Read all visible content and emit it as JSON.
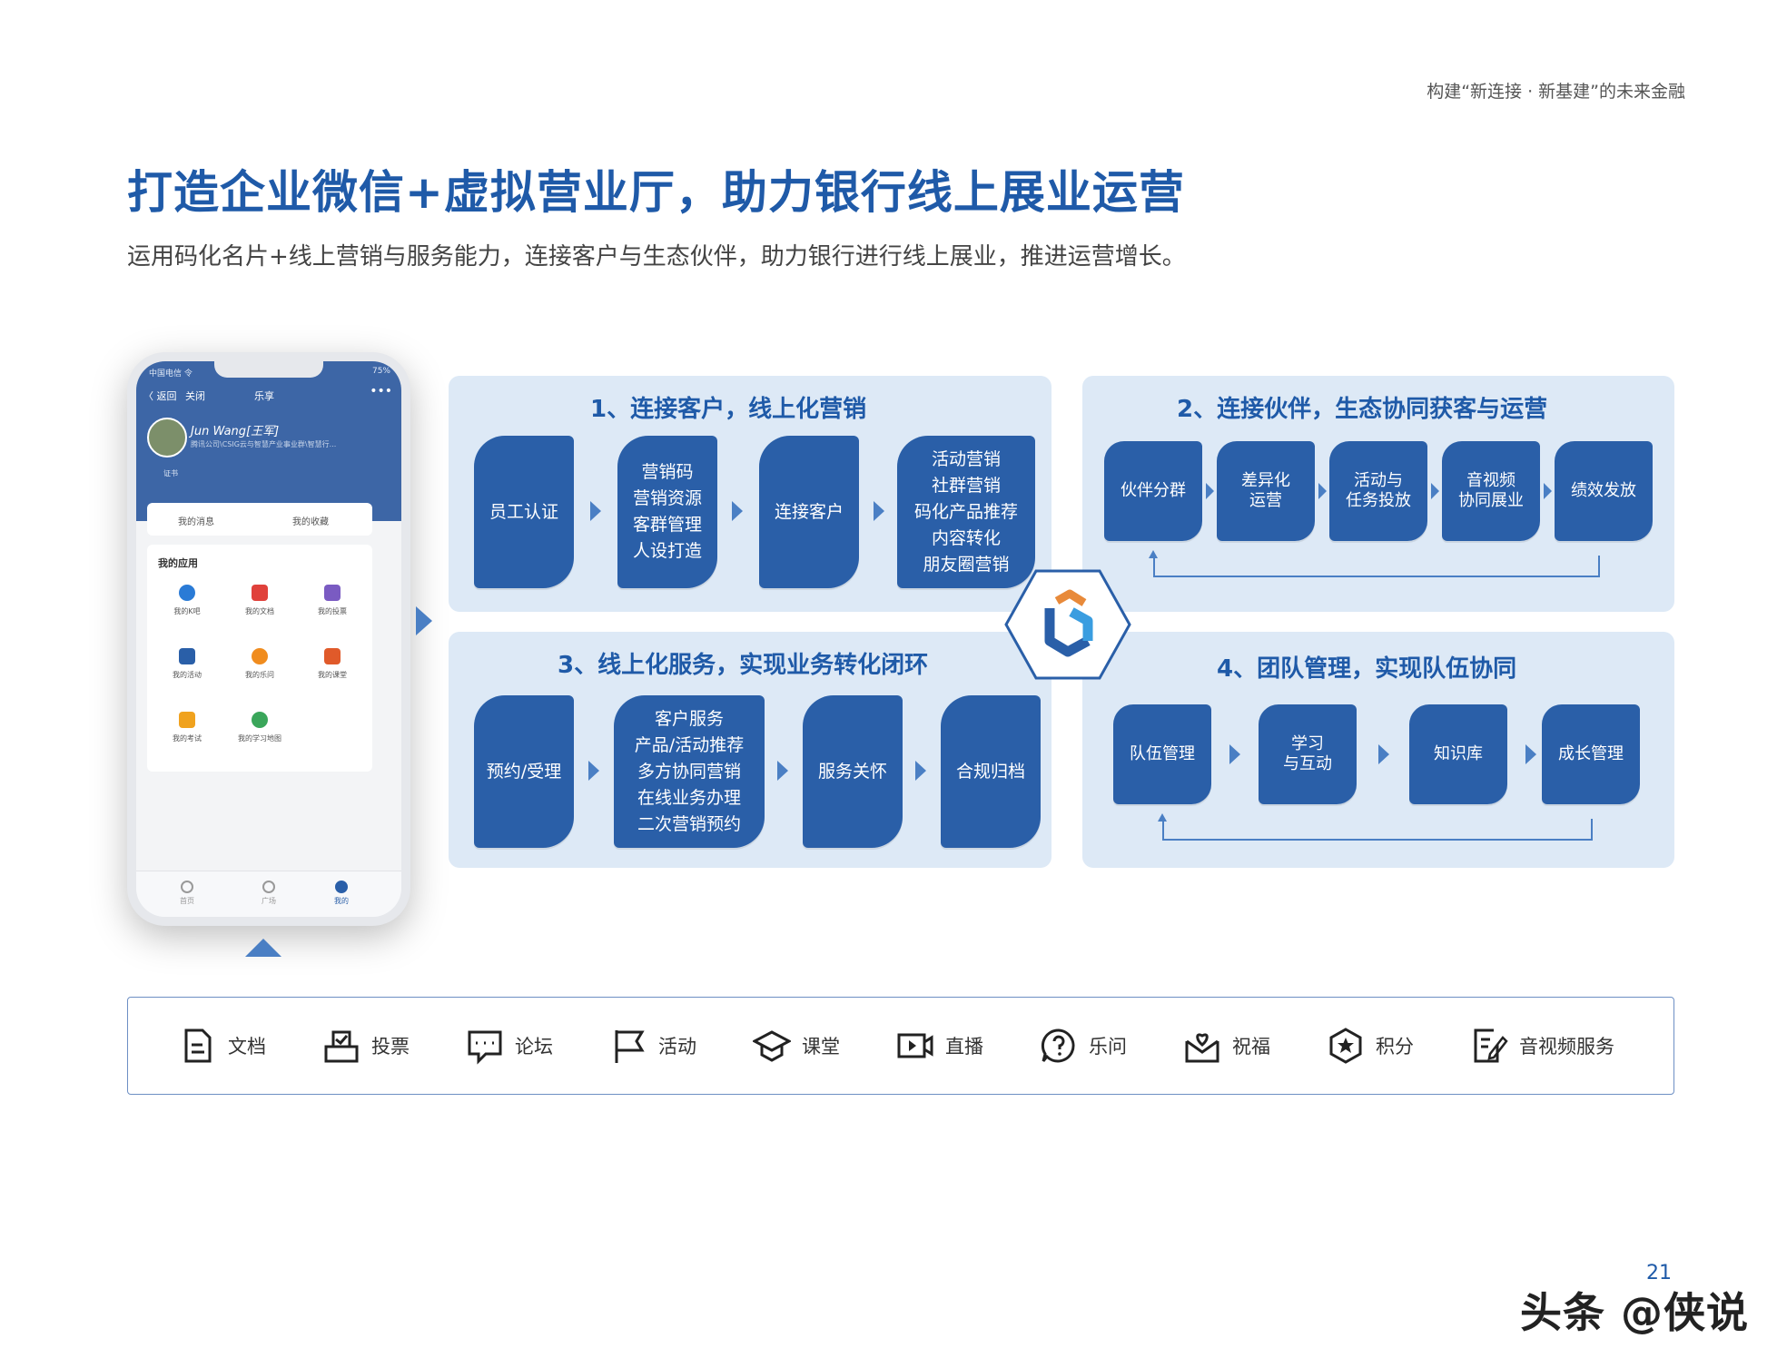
{
  "header_tag": "构建“新连接 · 新基建”的未来金融",
  "title": "打造企业微信+虚拟营业厅，助力银行线上展业运营",
  "subtitle": "运用码化名片+线上营销与服务能力，连接客户与生态伙伴，助力银行进行线上展业，推进运营增长。",
  "phone": {
    "status_left": "中国电信 令",
    "status_right": "75%",
    "nav_back": "〈 返回",
    "nav_close": "关闭",
    "nav_title": "乐享",
    "nav_more": "•••",
    "user_name": "Jun Wang[王军]",
    "user_org": "腾讯公司\\CSIG云与智慧产业事业群\\智慧行...",
    "cert": "证书",
    "tab_messages": "我的消息",
    "tab_favorites": "我的收藏",
    "apps_title": "我的应用",
    "apps": [
      {
        "label": "我的K吧",
        "color": "#2a7bd6"
      },
      {
        "label": "我的文档",
        "color": "#e0413b"
      },
      {
        "label": "我的投票",
        "color": "#7a5bc2"
      },
      {
        "label": "我的活动",
        "color": "#2a5fa8"
      },
      {
        "label": "我的乐问",
        "color": "#f08c1e"
      },
      {
        "label": "我的课堂",
        "color": "#e05a2a"
      },
      {
        "label": "我的考试",
        "color": "#f0a21e"
      },
      {
        "label": "我的学习地图",
        "color": "#3aa65a"
      }
    ],
    "bottom_nav": [
      "首页",
      "广场",
      "我的"
    ]
  },
  "panels": {
    "p1": {
      "title": "1、连接客户，线上化营销",
      "cards": [
        "员工认证",
        "营销码\n营销资源\n客群管理\n人设打造",
        "连接客户",
        "活动营销\n社群营销\n码化产品推荐\n内容转化\n朋友圈营销"
      ]
    },
    "p2": {
      "title": "2、连接伙伴，生态协同获客与运营",
      "cards": [
        "伙伴分群",
        "差异化\n运营",
        "活动与\n任务投放",
        "音视频\n协同展业",
        "绩效发放"
      ]
    },
    "p3": {
      "title": "3、线上化服务，实现业务转化闭环",
      "cards": [
        "预约/受理",
        "客户服务\n产品/活动推荐\n多方协同营销\n在线业务办理\n二次营销预约",
        "服务关怀",
        "合规归档"
      ]
    },
    "p4": {
      "title": "4、团队管理，实现队伍协同",
      "cards": [
        "队伍管理",
        "学习\n与互动",
        "知识库",
        "成长管理"
      ]
    }
  },
  "features": [
    {
      "label": "文档",
      "icon": "document-icon"
    },
    {
      "label": "投票",
      "icon": "ballot-box-icon"
    },
    {
      "label": "论坛",
      "icon": "forum-icon"
    },
    {
      "label": "活动",
      "icon": "flag-icon"
    },
    {
      "label": "课堂",
      "icon": "graduation-cap-icon"
    },
    {
      "label": "直播",
      "icon": "video-icon"
    },
    {
      "label": "乐问",
      "icon": "question-icon"
    },
    {
      "label": "祝福",
      "icon": "greeting-icon"
    },
    {
      "label": "积分",
      "icon": "star-badge-icon"
    },
    {
      "label": "音视频服务",
      "icon": "edit-document-icon"
    }
  ],
  "page_number": "21",
  "watermark": "头条 @侠说",
  "colors": {
    "primary": "#1f5aa8",
    "card": "#2a5fa8",
    "panel_bg": "#dde9f6",
    "arrow": "#4a7fc4"
  }
}
